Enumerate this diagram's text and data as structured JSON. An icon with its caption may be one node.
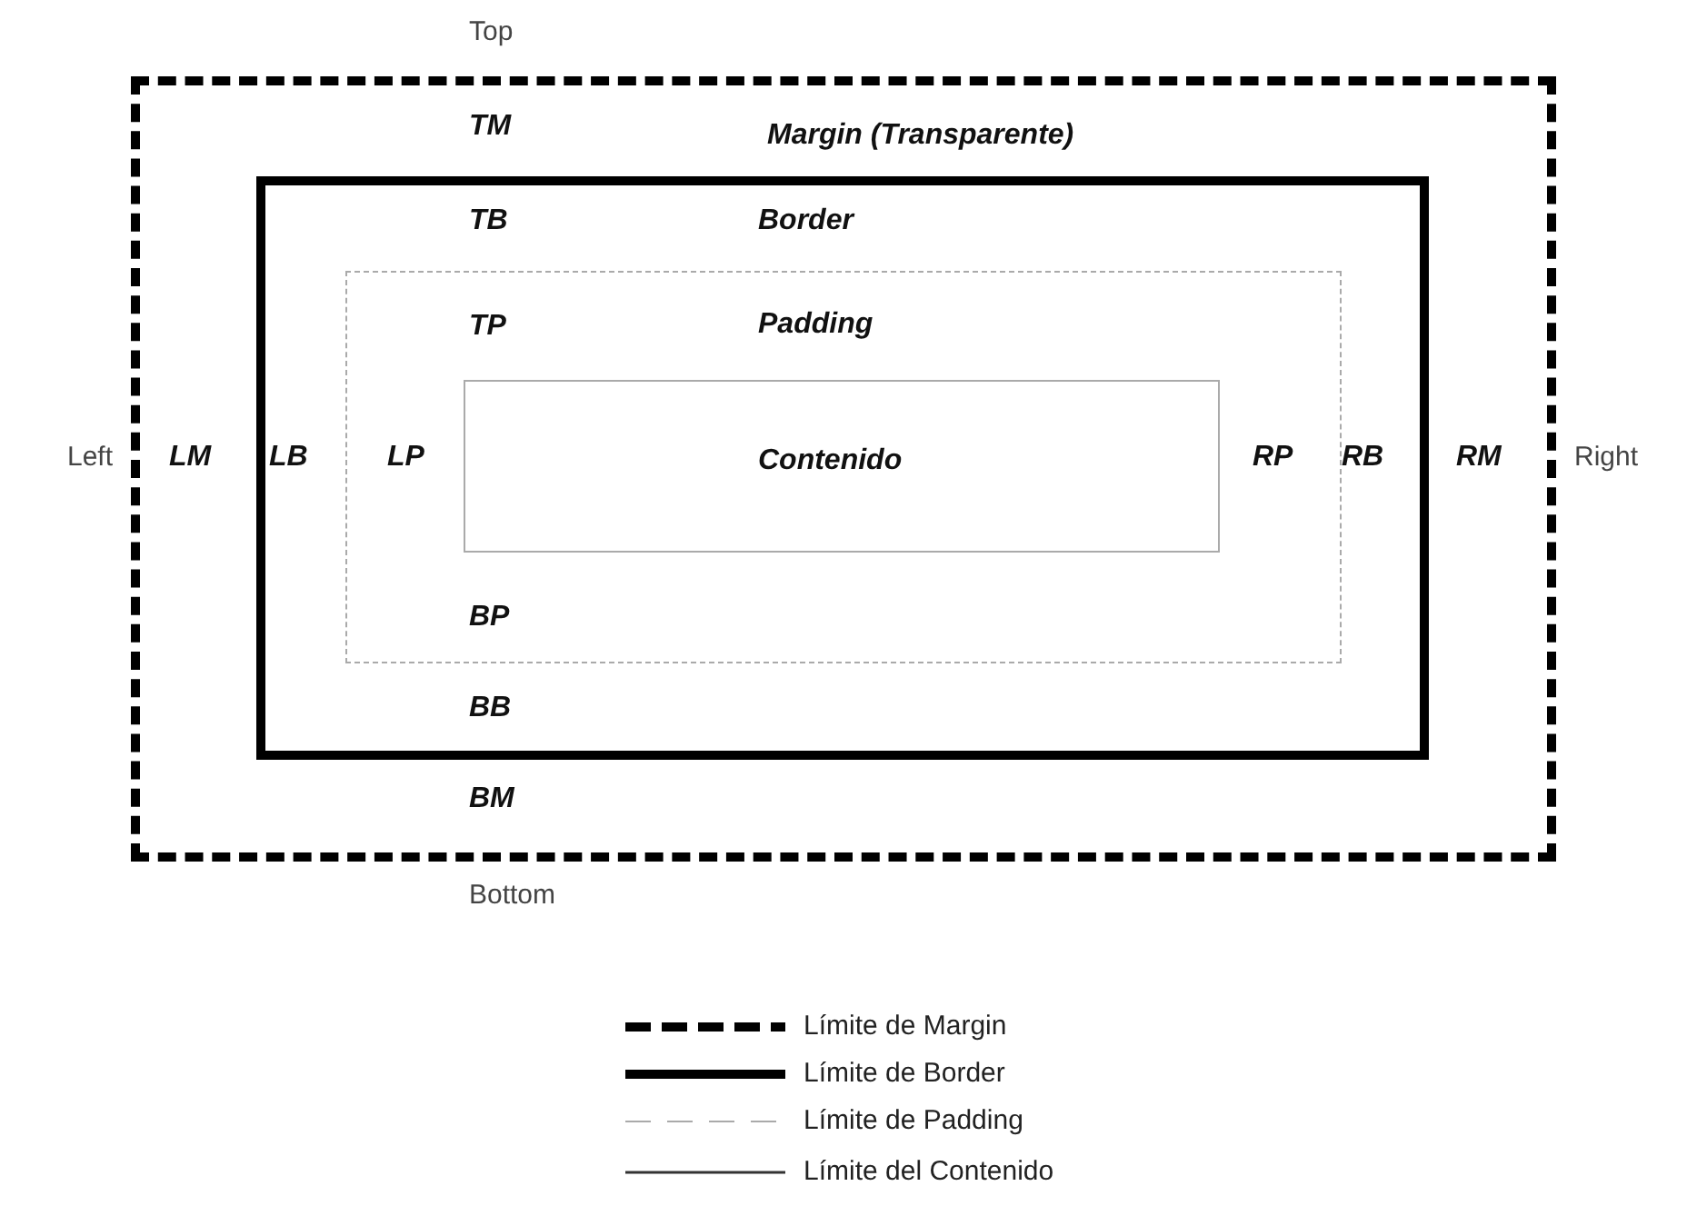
{
  "diagram": {
    "nodes": [
      {
        "text": [
          "Margin (Transparente)"
        ]
      },
      {
        "text": [
          "Border"
        ],
        "in": 0
      },
      {
        "text": [
          "Padding"
        ],
        "in": 1
      },
      {
        "text": [
          "Contenido"
        ],
        "in": 2
      }
    ],
    "edges": [],
    "labels": [
      "Top",
      "TM",
      "TB",
      "TP",
      "Left",
      "LM",
      "LB",
      "LP",
      "RP",
      "RB",
      "RM",
      "Right",
      "BP",
      "BB",
      "BM",
      "Bottom"
    ],
    "legend": [
      {
        "text": "Límite de Margin"
      },
      {
        "text": "Límite de Border"
      },
      {
        "text": "Límite de Padding"
      },
      {
        "text": "Límite del Contenido"
      }
    ]
  }
}
